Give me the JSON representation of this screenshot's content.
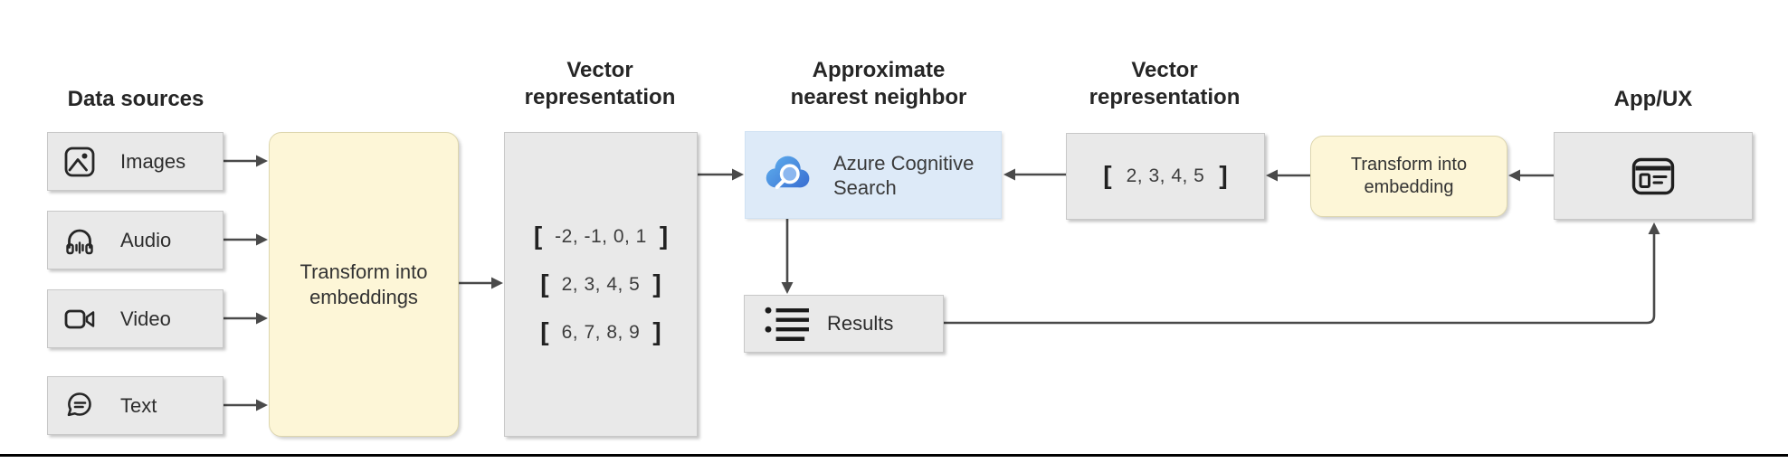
{
  "headers": {
    "data_sources": "Data sources",
    "vector_rep_left": {
      "line1": "Vector",
      "line2": "representation"
    },
    "ann": {
      "line1": "Approximate",
      "line2": "nearest neighbor"
    },
    "vector_rep_right": {
      "line1": "Vector",
      "line2": "representation"
    },
    "app_ux": "App/UX"
  },
  "data_sources": {
    "items": [
      {
        "icon": "image-icon",
        "label": "Images"
      },
      {
        "icon": "audio-icon",
        "label": "Audio"
      },
      {
        "icon": "video-icon",
        "label": "Video"
      },
      {
        "icon": "text-icon",
        "label": "Text"
      }
    ]
  },
  "transform_embeddings": {
    "line1": "Transform into",
    "line2": "embeddings"
  },
  "vector_list": {
    "bracket_open": "[",
    "bracket_close": "]",
    "rows": [
      "-2, -1, 0, 1",
      "2, 3, 4, 5",
      "6, 7, 8, 9"
    ]
  },
  "azure_search": {
    "icon": "azure-cognitive-search-cloud-icon",
    "line1": "Azure Cognitive",
    "line2": "Search"
  },
  "results": {
    "icon": "bulleted-list-icon",
    "label": "Results"
  },
  "vector_single": {
    "bracket_open": "[",
    "value": "2, 3, 4, 5",
    "bracket_close": "]"
  },
  "transform_embedding": {
    "line1": "Transform into",
    "line2": "embedding"
  },
  "app_ux_box": {
    "icon": "browser-window-icon"
  },
  "colors": {
    "yellow_box": "#fdf6d7",
    "gray_box": "#e9e9e9",
    "azure_box": "#ddeaf8",
    "cloud_blue_start": "#5aa7ea",
    "cloud_blue_end": "#3a6fd2",
    "magnifier_lens": "#8cb7ef",
    "arrow": "#4a4a4a",
    "heading_text": "#262626",
    "bottom_line": "#000000"
  }
}
